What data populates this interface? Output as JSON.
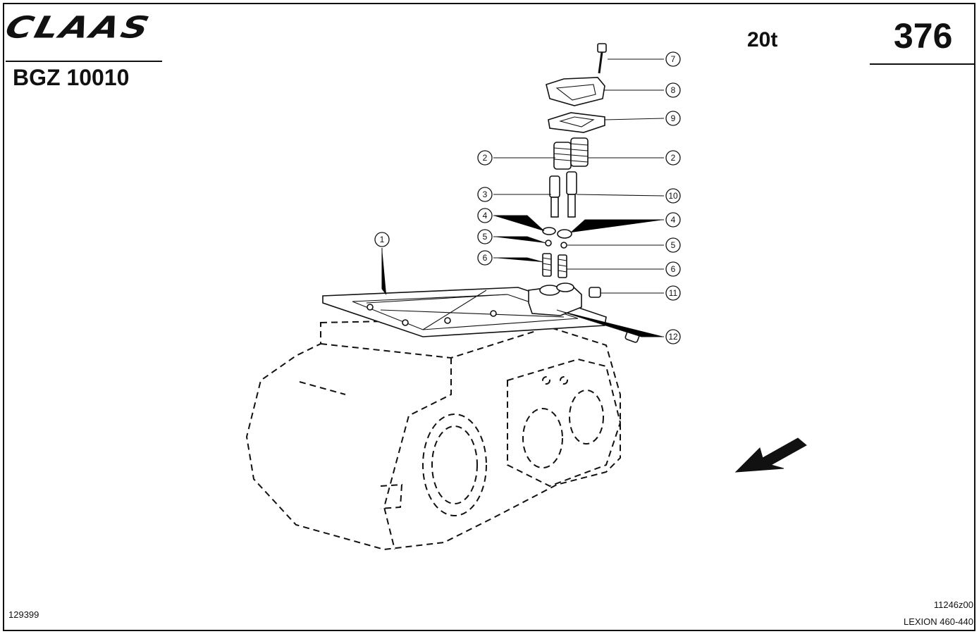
{
  "header": {
    "brand": "CLAAS",
    "assembly_code": "BGZ 10010",
    "weight_label": "20t",
    "page_number": "376"
  },
  "footer": {
    "doc_number": "129399",
    "figure_number": "11246z00",
    "model": "LEXION 460-440"
  },
  "callouts": [
    {
      "label": "7"
    },
    {
      "label": "8"
    },
    {
      "label": "9"
    },
    {
      "label": "2"
    },
    {
      "label": "2"
    },
    {
      "label": "3"
    },
    {
      "label": "10"
    },
    {
      "label": "4"
    },
    {
      "label": "4"
    },
    {
      "label": "5"
    },
    {
      "label": "5"
    },
    {
      "label": "6"
    },
    {
      "label": "6"
    },
    {
      "label": "1"
    },
    {
      "label": "11"
    },
    {
      "label": "12"
    }
  ]
}
